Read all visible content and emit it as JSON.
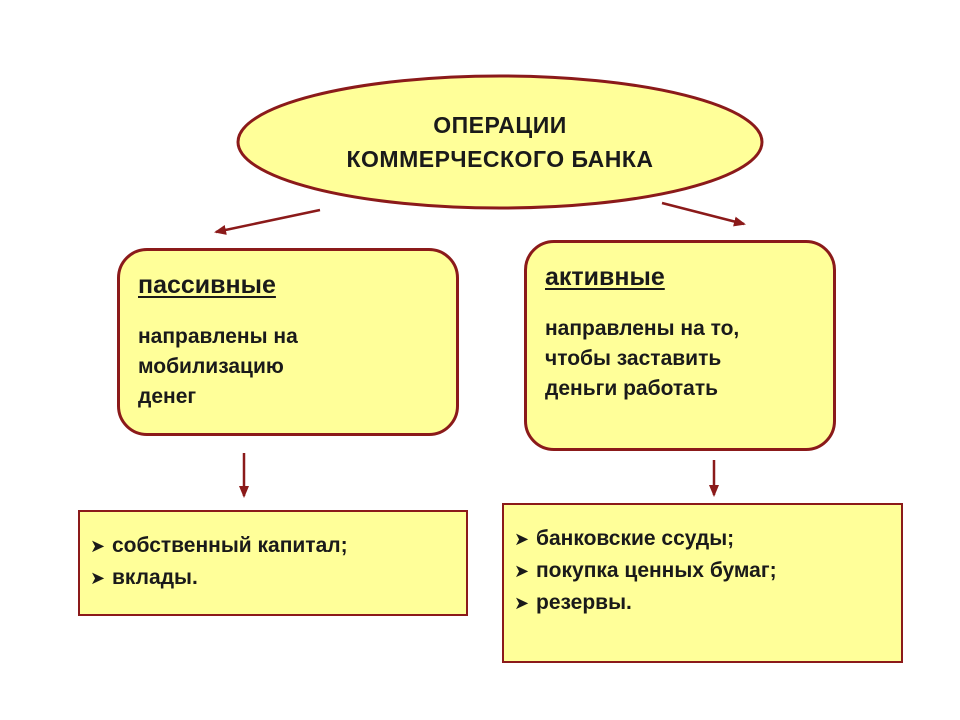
{
  "title": {
    "line1": "ОПЕРАЦИИ",
    "line2": "КОММЕРЧЕСКОГО БАНКА"
  },
  "passive": {
    "heading": "пассивные",
    "description": "направлены на\nмобилизацию\nденег",
    "items": [
      "собственный капитал;",
      "вклады."
    ]
  },
  "active": {
    "heading": "активные",
    "description": "направлены на то,\n чтобы заставить\nденьги работать",
    "items": [
      "банковские ссуды;",
      "покупка ценных бумаг;",
      "резервы."
    ]
  },
  "icons": {
    "bullet": "chevron-right-icon",
    "connector": "arrow-icon"
  },
  "colors": {
    "fill": "#ffff99",
    "border": "#8b1a1a",
    "text": "#1a1a1a"
  }
}
